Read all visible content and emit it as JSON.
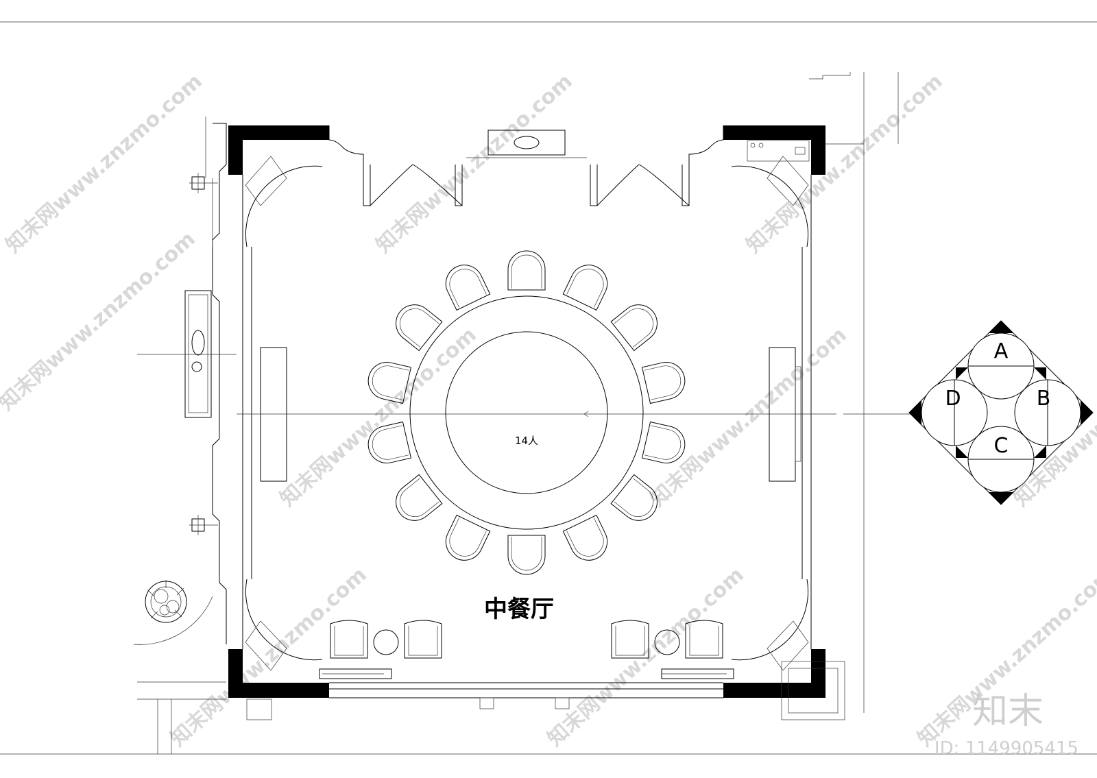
{
  "plan": {
    "room_label": "中餐厅",
    "table_label": "14人",
    "elevation_marks": [
      "A",
      "B",
      "C",
      "D"
    ]
  },
  "watermark": {
    "text": "知末网www.znzmo.com",
    "logo": "知末",
    "id_text": "ID: 1149905415"
  },
  "colors": {
    "line": "#000000",
    "wall_fill": "#000000",
    "watermark": "#d8d8d8"
  },
  "icons": [
    "potted-plant-icon",
    "compass-elevation-marker-icon"
  ]
}
